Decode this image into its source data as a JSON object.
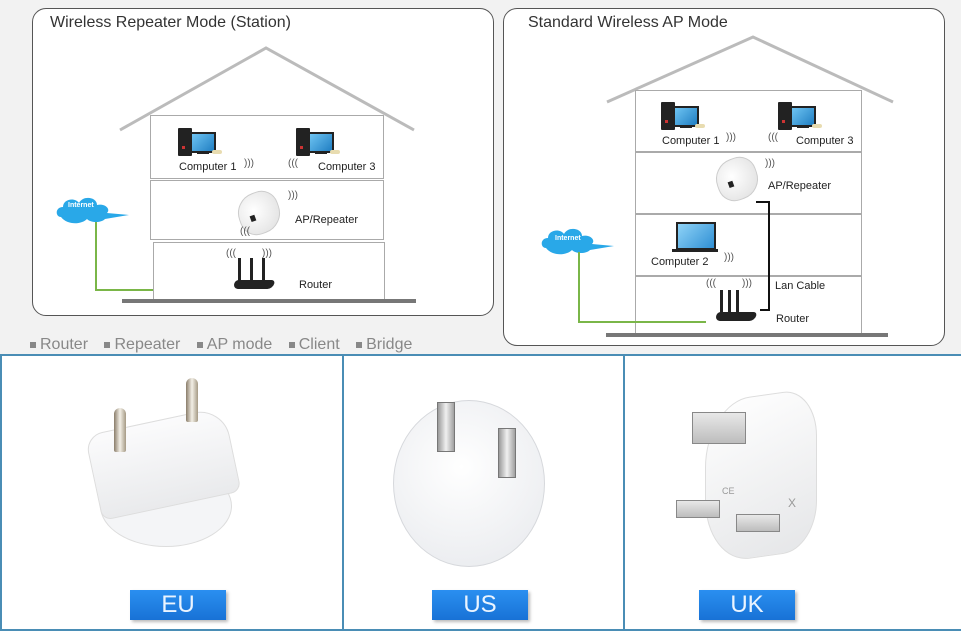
{
  "left_panel": {
    "title": "Wireless Repeater Mode (Station)",
    "labels": {
      "computer1": "Computer 1",
      "computer3": "Computer 3",
      "ap_repeater": "AP/Repeater",
      "router": "Router",
      "internet": "Internet"
    }
  },
  "right_panel": {
    "title": "Standard Wireless AP Mode",
    "labels": {
      "computer1": "Computer 1",
      "computer3": "Computer 3",
      "ap_repeater": "AP/Repeater",
      "computer2": "Computer 2",
      "lan_cable": "Lan Cable",
      "router": "Router",
      "internet": "Internet"
    }
  },
  "modes": [
    "Router",
    "Repeater",
    "AP mode",
    "Client",
    "Bridge"
  ],
  "plugs": [
    {
      "label": "EU"
    },
    {
      "label": "US"
    },
    {
      "label": "UK"
    }
  ],
  "uk_marks": {
    "ce": "CE",
    "x": "X"
  },
  "colors": {
    "badge_blue": "#1f7fe0",
    "divider_blue": "#4a8db5",
    "internet_cloud": "#29a8e8",
    "internet_wire": "#7ab648"
  }
}
